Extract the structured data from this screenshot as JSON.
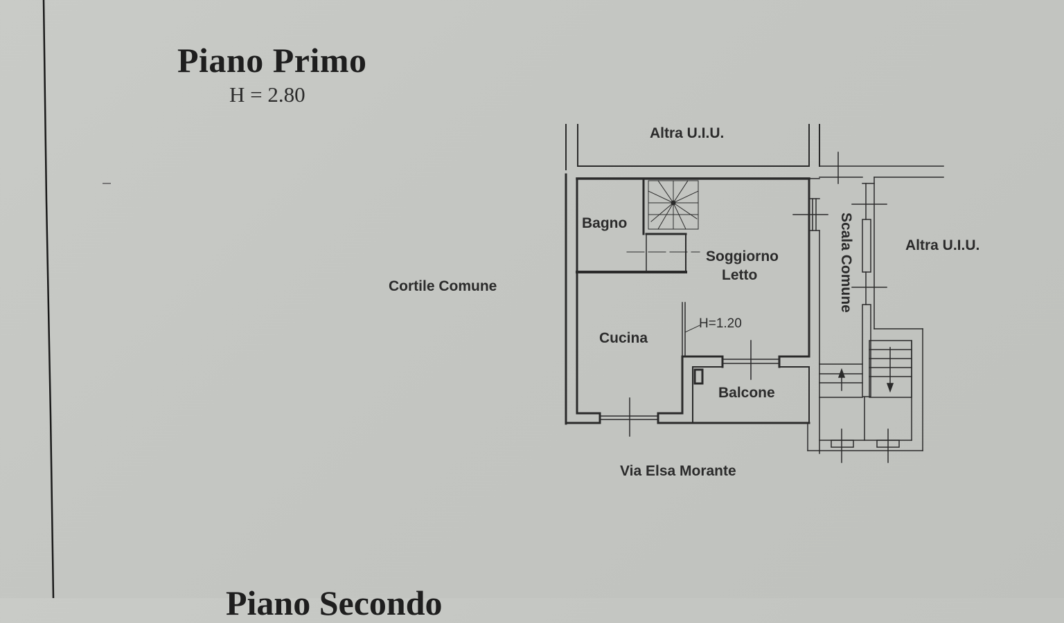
{
  "document": {
    "floor_title": "Piano Primo",
    "floor_height": "H = 2.80",
    "next_floor_title_partial": "Piano Secondo"
  },
  "floor_plan": {
    "rooms": [
      {
        "id": "bagno",
        "label": "Bagno"
      },
      {
        "id": "soggiorno",
        "label_line1": "Soggiorno",
        "label_line2": "Letto"
      },
      {
        "id": "cucina",
        "label": "Cucina"
      },
      {
        "id": "balcone",
        "label": "Balcone"
      }
    ],
    "annotations": {
      "partition_height": "H=1.20",
      "neighbor_top": "Altra U.I.U.",
      "neighbor_right": "Altra U.I.U.",
      "courtyard": "Cortile Comune",
      "stairwell": "Scala Comune",
      "street": "Via Elsa Morante"
    }
  },
  "colors": {
    "paper": "#c6c8c4",
    "ink": "#222222"
  }
}
